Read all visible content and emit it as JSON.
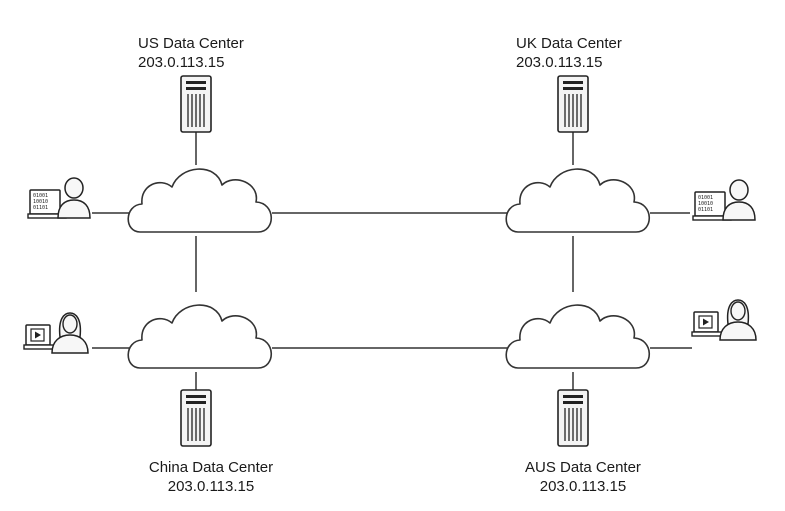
{
  "data_centers": {
    "us": {
      "name": "US Data Center",
      "ip": "203.0.113.15"
    },
    "uk": {
      "name": "UK Data Center",
      "ip": "203.0.113.15"
    },
    "china": {
      "name": "China Data Center",
      "ip": "203.0.113.15"
    },
    "aus": {
      "name": "AUS Data Center",
      "ip": "203.0.113.15"
    }
  },
  "colors": {
    "line": "#333333",
    "cloud_fill": "#ffffff",
    "server_fill": "#f4f4f4",
    "person_fill": "#f7f7f7"
  },
  "icons": {
    "cloud": "cloud-icon",
    "server": "server-tower-icon",
    "developer": "developer-at-laptop-icon",
    "viewer": "user-with-video-laptop-icon"
  }
}
